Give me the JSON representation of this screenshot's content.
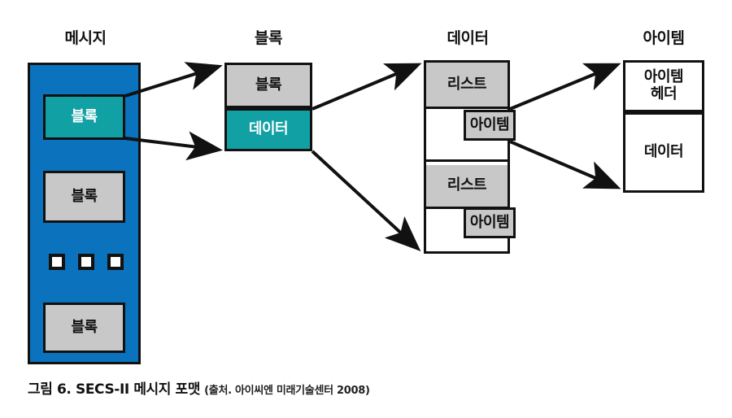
{
  "figure": {
    "caption_main": "그림 6. SECS-II 메시지 포맷",
    "caption_source": "(출처. 아이씨엔 미래기술센터 2008)"
  },
  "colors": {
    "blue": "#0B73BD",
    "teal": "#11A0A4",
    "gray": "#C8C8C8",
    "white": "#FFFFFF",
    "stroke": "#111111"
  },
  "columns": [
    {
      "id": "message",
      "title": "메시지",
      "boxes": [
        {
          "label": "블록",
          "fill": "teal"
        },
        {
          "label": "블록",
          "fill": "gray"
        },
        {
          "label": "블록",
          "fill": "gray"
        }
      ],
      "ellipsis": [
        "",
        "",
        ""
      ]
    },
    {
      "id": "block",
      "title": "블록",
      "boxes": [
        {
          "label": "블록",
          "fill": "gray"
        },
        {
          "label": "데이터",
          "fill": "teal"
        }
      ]
    },
    {
      "id": "data",
      "title": "데이터",
      "boxes": [
        {
          "label": "리스트",
          "fill": "gray"
        },
        {
          "label": "아이템",
          "fill": "gray"
        },
        {
          "label": "리스트",
          "fill": "gray"
        },
        {
          "label": "아이템",
          "fill": "gray"
        }
      ]
    },
    {
      "id": "item",
      "title": "아이템",
      "boxes": [
        {
          "label": "아이템\n헤더",
          "fill": "white"
        },
        {
          "label": "데이터",
          "fill": "white"
        }
      ]
    }
  ]
}
